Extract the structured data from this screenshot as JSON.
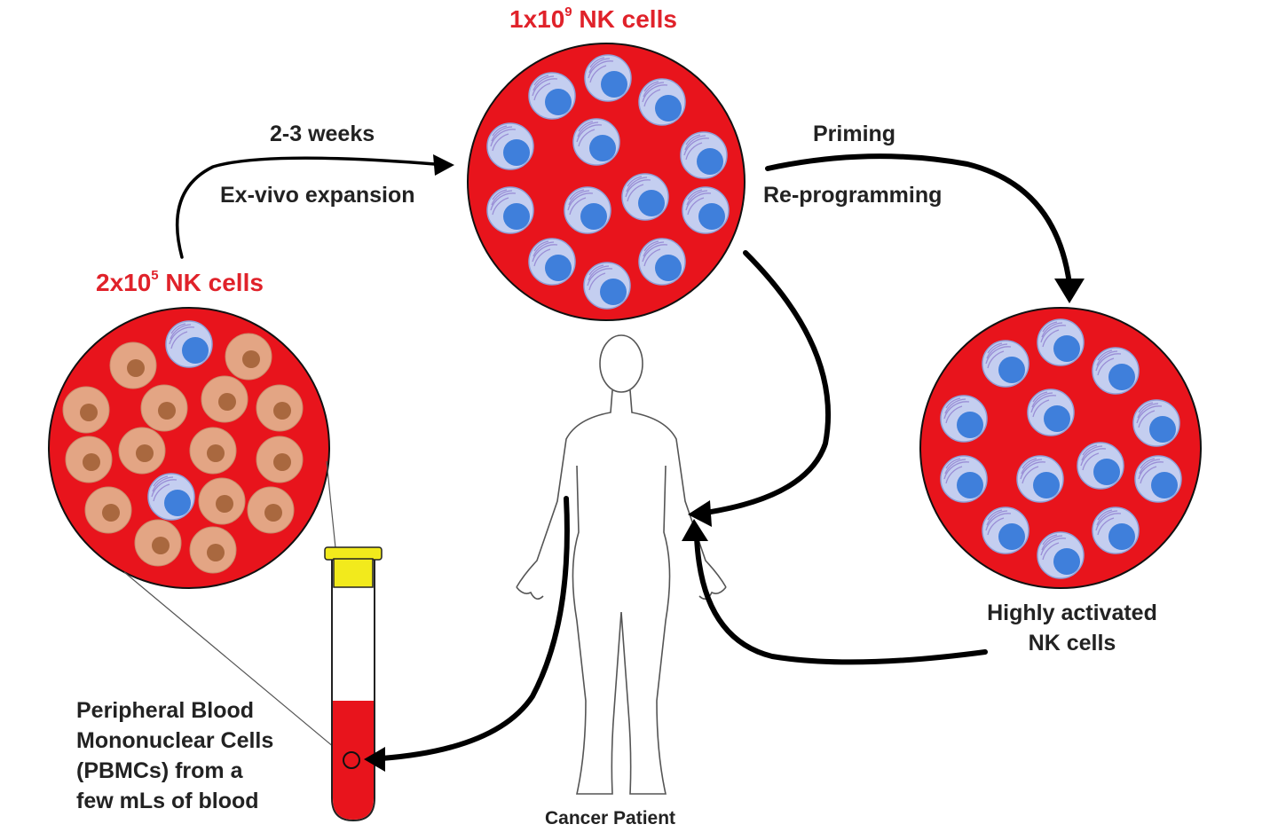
{
  "labels": {
    "top_count": {
      "prefix": "1x10",
      "exp": "9",
      "suffix": " NK cells"
    },
    "left_count": {
      "prefix": "2x10",
      "exp": "5",
      "suffix": " NK cells"
    },
    "duration": "2-3 weeks",
    "expansion": "Ex-vivo expansion",
    "priming": "Priming",
    "reprogramming": "Re-programming",
    "activated": [
      "Highly activated",
      "NK cells"
    ],
    "pbmc": [
      "Peripheral Blood",
      "Mononuclear Cells",
      "(PBMCs) from a",
      "few mLs of blood"
    ],
    "patient": "Cancer Patient"
  },
  "colors": {
    "blood_red": "#e8141c",
    "nk_cell_fill": "#c4cef0",
    "nk_nucleus": "#3f7fdb",
    "granule": "#9a8ed6",
    "other_cell": "#e3a584",
    "other_nucleus": "#a9683f",
    "tube_cap": "#f2ea1c",
    "arrow": "#000000",
    "label_red": "#e0222a"
  },
  "icons": [
    "cell-circle",
    "test-tube",
    "human-silhouette",
    "curved-arrow"
  ]
}
